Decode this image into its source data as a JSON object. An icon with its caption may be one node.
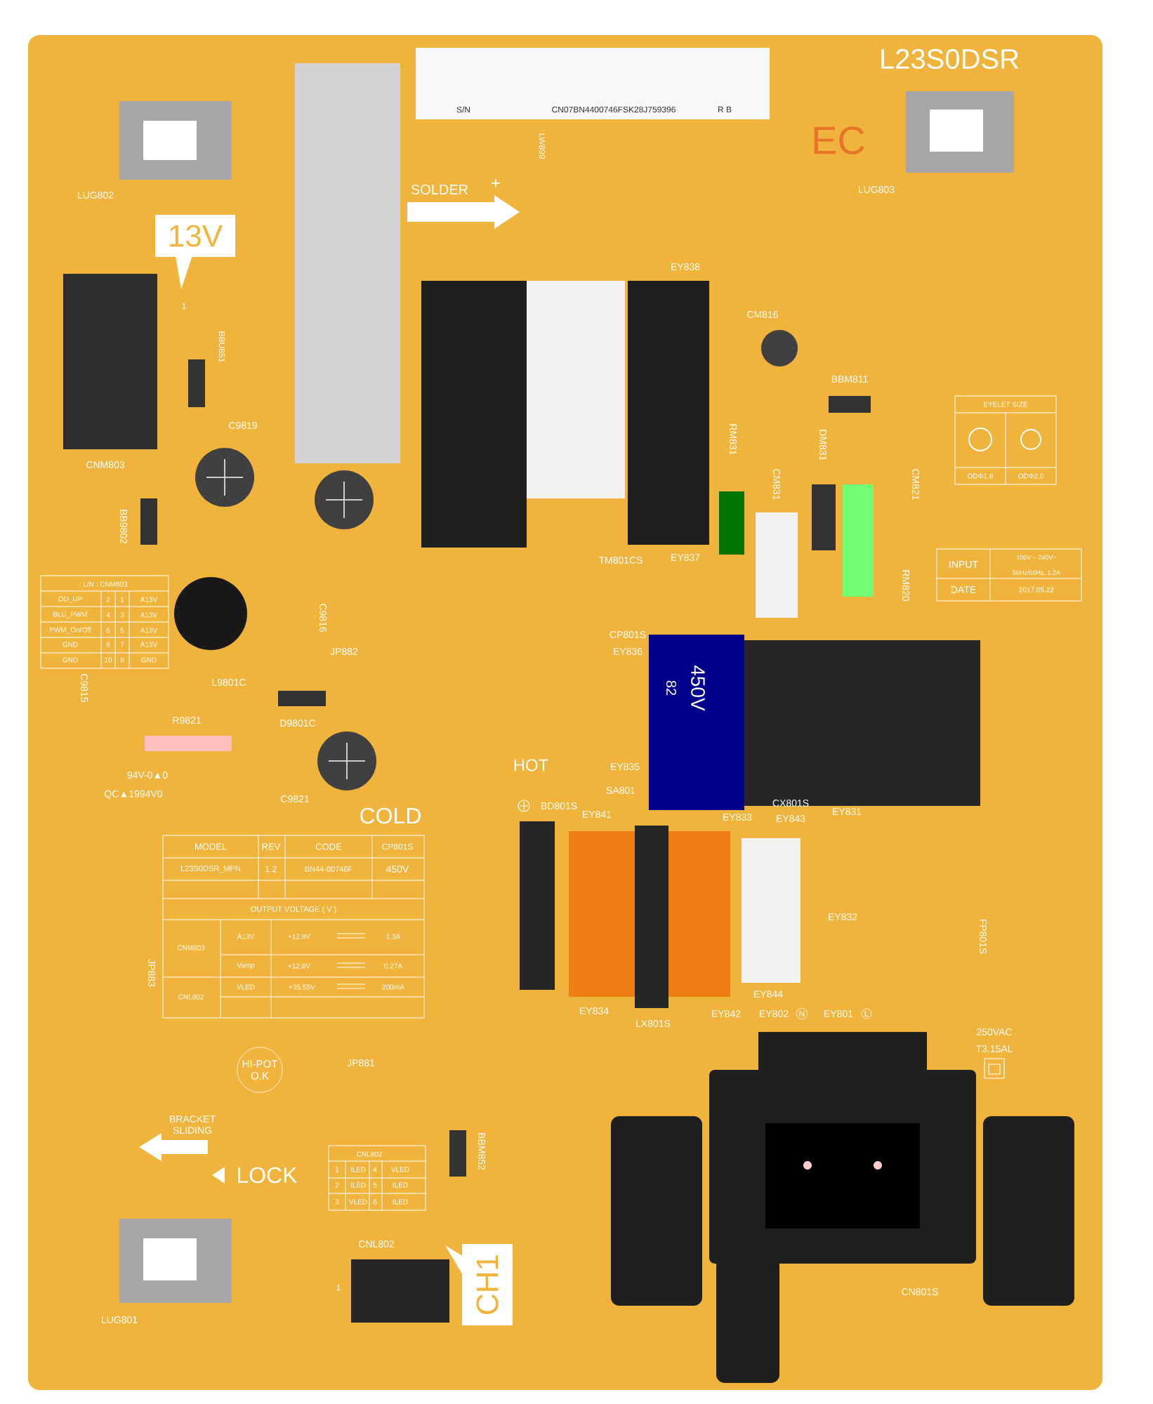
{
  "diagram": {
    "nodes": [
      {
        "text": [
          "13V"
        ]
      },
      {
        "text": [
          "HI-POT O.K"
        ]
      },
      {
        "text": [
          "CH1"
        ]
      }
    ],
    "labels": [
      "S/N",
      "CN07BN4400746FSK28J759396",
      "R B",
      "L23S0DSR",
      "LW899",
      "EC",
      "SOLDER",
      "+",
      "LUG802",
      "LUG803",
      "EY838",
      "1",
      "CM816",
      "BBU851",
      "BBM811",
      "EYELET SIZE",
      "C9819",
      "RM831",
      "DM831",
      "CNM803",
      "ODΦ1.8",
      "ODΦ2.0",
      "CM831",
      "CM821",
      "BB9802",
      "TM801CS",
      "EY837",
      "INPUT",
      "100V – 240V~",
      "50Hz/60Hz, 1.2A",
      "RM820",
      "DATE",
      "2017.05.22",
      "L/N : CNM803",
      "OD_UP",
      "2",
      "1",
      "A13V",
      "BLU_PWM",
      "4",
      "3",
      "A13V",
      "PWM_On/Off",
      "6",
      "5",
      "A13V",
      "GND",
      "8",
      "7",
      "A13V",
      "GND",
      "10",
      "9",
      "GND",
      "C9816",
      "CP801S",
      "JP882",
      "EY836",
      "450V",
      "82",
      "L9801C",
      "C9815",
      "D9801C",
      "R9821",
      "HOT",
      "EY835",
      "94V-0▲0",
      "SA801",
      "QC▲1994V0",
      "C9821",
      "BD801S",
      "CX801S",
      "EY831",
      "EY841",
      "COLD",
      "EY833",
      "EY843",
      "MODEL",
      "REV",
      "CODE",
      "CP801S",
      "L23S0DSR_MPN",
      "1.2",
      "BN44-00746F",
      "450V",
      "OUTPUT VOLTAGE ( V )",
      "CNM803",
      "A13V",
      "+12.8V",
      "1.3A",
      "Vamp",
      "+12.8V",
      "0.27A",
      "CNL802",
      "VLED",
      "+35.55V",
      "200mA",
      "EY832",
      "FP801S",
      "JP883",
      "EY844",
      "EY834",
      "EY842",
      "EY802",
      "N",
      "EY801",
      "L",
      "LX801S",
      "250VAC",
      "T3.15AL",
      "JP881",
      "BRACKET SLIDING",
      "CNL802",
      "1",
      "ILED",
      "4",
      "VLED",
      "2",
      "ILED",
      "5",
      "ILED",
      "3",
      "VLED",
      "6",
      "ILED",
      "BBM852",
      "LOCK",
      "CNL802",
      "1",
      "CN801S",
      "LUG801"
    ]
  }
}
